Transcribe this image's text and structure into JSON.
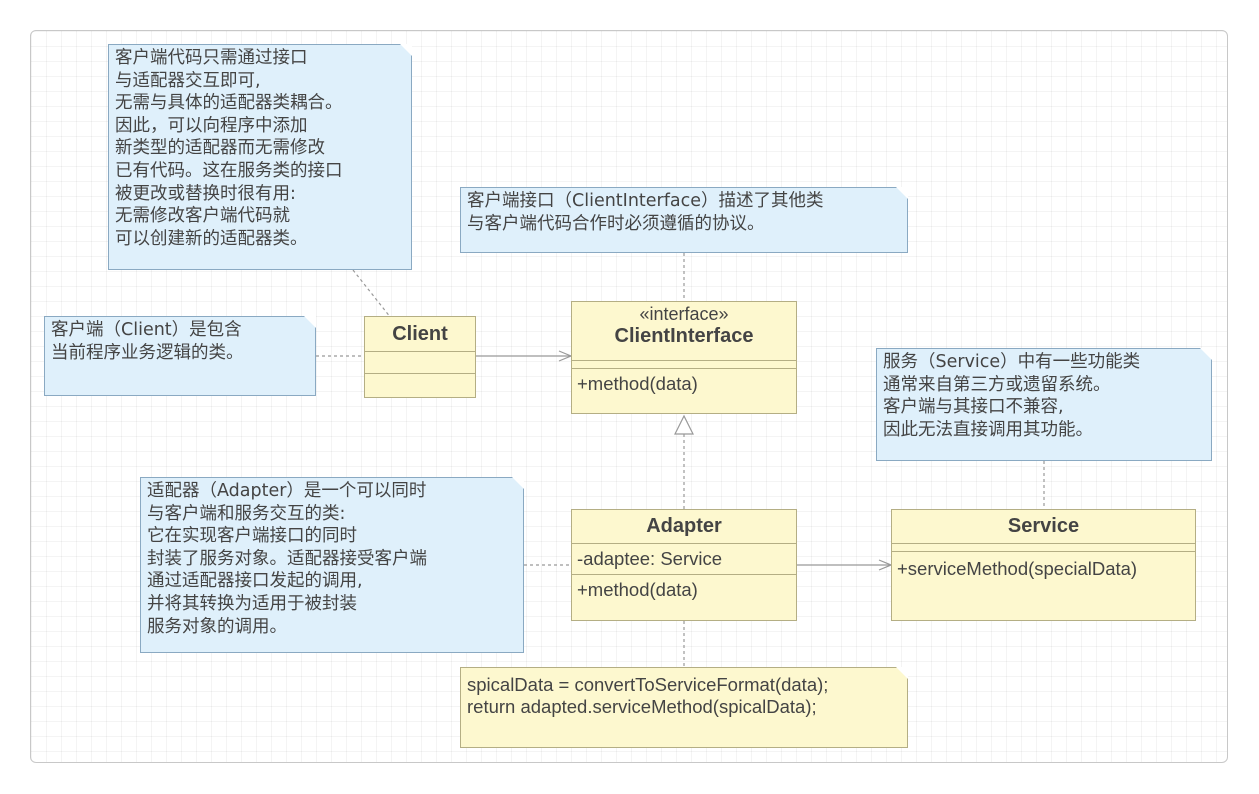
{
  "notes": {
    "client_code_note": {
      "lines": [
        "客户端代码只需通过接口",
        "与适配器交互即可,",
        "无需与具体的适配器类耦合。",
        "因此，可以向程序中添加",
        "新类型的适配器而无需修改",
        "已有代码。这在服务类的接口",
        "被更改或替换时很有用:",
        "无需修改客户端代码就",
        "可以创建新的适配器类。"
      ]
    },
    "client_interface_note": {
      "lines": [
        "客户端接口（ClientInterface）描述了其他类",
        "与客户端代码合作时必须遵循的协议。"
      ]
    },
    "client_note": {
      "lines": [
        "客户端（Client）是包含",
        "当前程序业务逻辑的类。"
      ]
    },
    "service_note": {
      "lines": [
        "服务（Service）中有一些功能类",
        "通常来自第三方或遗留系统。",
        "客户端与其接口不兼容,",
        "因此无法直接调用其功能。"
      ]
    },
    "adapter_note": {
      "lines": [
        "适配器（Adapter）是一个可以同时",
        "与客户端和服务交互的类:",
        "它在实现客户端接口的同时",
        "封装了服务对象。适配器接受客户端",
        "通过适配器接口发起的调用,",
        "并将其转换为适用于被封装",
        "服务对象的调用。"
      ]
    },
    "code_note": {
      "lines": [
        "spicalData = convertToServiceFormat(data);",
        "return adapted.serviceMethod(spicalData);"
      ]
    }
  },
  "classes": {
    "client": {
      "name": "Client"
    },
    "client_interface": {
      "stereotype": "«interface»",
      "name": "ClientInterface",
      "method": "+method(data)"
    },
    "adapter": {
      "name": "Adapter",
      "field": "-adaptee: Service",
      "method": "+method(data)"
    },
    "service": {
      "name": "Service",
      "method": "+serviceMethod(specialData)"
    }
  },
  "colors": {
    "note_blue": "#dff0fb",
    "note_yellow": "#fdf8cf",
    "class_fill": "#fdf8cf",
    "line": "#999999"
  }
}
